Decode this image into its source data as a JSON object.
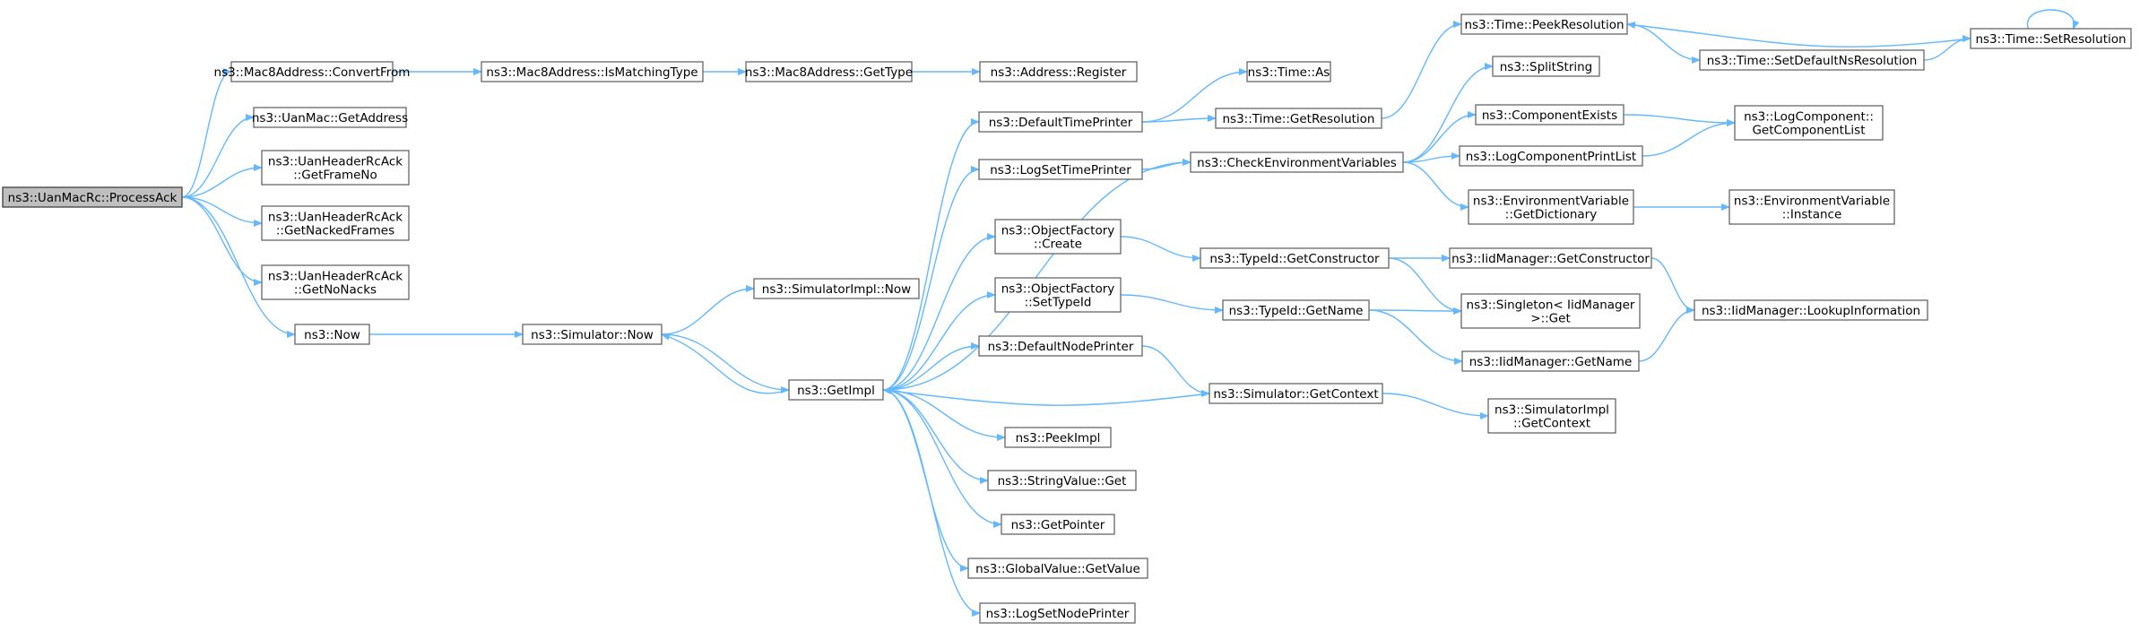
{
  "graph": {
    "type": "call-graph",
    "root": "ProcessAck",
    "colors": {
      "edge": "#63b8ff",
      "node_border": "#666666",
      "root_fill": "#bfbfbf",
      "node_fill": "#ffffff"
    },
    "nodes": [
      {
        "id": "ProcessAck",
        "lines": [
          "ns3::UanMacRc::ProcessAck"
        ],
        "root": true
      },
      {
        "id": "ConvertFrom",
        "lines": [
          "ns3::Mac8Address::ConvertFrom"
        ]
      },
      {
        "id": "IsMatchingType",
        "lines": [
          "ns3::Mac8Address::IsMatchingType"
        ]
      },
      {
        "id": "GetType",
        "lines": [
          "ns3::Mac8Address::GetType"
        ]
      },
      {
        "id": "Register",
        "lines": [
          "ns3::Address::Register"
        ]
      },
      {
        "id": "GetAddress",
        "lines": [
          "ns3::UanMac::GetAddress"
        ]
      },
      {
        "id": "GetFrameNo",
        "lines": [
          "ns3::UanHeaderRcAck",
          "::GetFrameNo"
        ]
      },
      {
        "id": "GetNackedFrames",
        "lines": [
          "ns3::UanHeaderRcAck",
          "::GetNackedFrames"
        ]
      },
      {
        "id": "GetNoNacks",
        "lines": [
          "ns3::UanHeaderRcAck",
          "::GetNoNacks"
        ]
      },
      {
        "id": "Now",
        "lines": [
          "ns3::Now"
        ]
      },
      {
        "id": "SimNow",
        "lines": [
          "ns3::Simulator::Now"
        ]
      },
      {
        "id": "SimImplNow",
        "lines": [
          "ns3::SimulatorImpl::Now"
        ]
      },
      {
        "id": "GetImpl",
        "lines": [
          "ns3::GetImpl"
        ]
      },
      {
        "id": "DefaultTimePrinter",
        "lines": [
          "ns3::DefaultTimePrinter"
        ]
      },
      {
        "id": "LogSetTimePrinter",
        "lines": [
          "ns3::LogSetTimePrinter"
        ]
      },
      {
        "id": "OFCreate",
        "lines": [
          "ns3::ObjectFactory",
          "::Create"
        ]
      },
      {
        "id": "OFSetTypeId",
        "lines": [
          "ns3::ObjectFactory",
          "::SetTypeId"
        ]
      },
      {
        "id": "DefaultNodePrinter",
        "lines": [
          "ns3::DefaultNodePrinter"
        ]
      },
      {
        "id": "PeekImpl",
        "lines": [
          "ns3::PeekImpl"
        ]
      },
      {
        "id": "StringValueGet",
        "lines": [
          "ns3::StringValue::Get"
        ]
      },
      {
        "id": "GetPointer",
        "lines": [
          "ns3::GetPointer"
        ]
      },
      {
        "id": "GVGetValue",
        "lines": [
          "ns3::GlobalValue::GetValue"
        ]
      },
      {
        "id": "LogSetNodePrinter",
        "lines": [
          "ns3::LogSetNodePrinter"
        ]
      },
      {
        "id": "TimeAs",
        "lines": [
          "ns3::Time::As"
        ]
      },
      {
        "id": "TimeGetResolution",
        "lines": [
          "ns3::Time::GetResolution"
        ]
      },
      {
        "id": "CheckEnv",
        "lines": [
          "ns3::CheckEnvironmentVariables"
        ]
      },
      {
        "id": "TypeIdGetConstructor",
        "lines": [
          "ns3::TypeId::GetConstructor"
        ]
      },
      {
        "id": "TypeIdGetName",
        "lines": [
          "ns3::TypeId::GetName"
        ]
      },
      {
        "id": "SimGetContext",
        "lines": [
          "ns3::Simulator::GetContext"
        ]
      },
      {
        "id": "PeekResolution",
        "lines": [
          "ns3::Time::PeekResolution"
        ]
      },
      {
        "id": "SetDefaultNsResolution",
        "lines": [
          "ns3::Time::SetDefaultNsResolution"
        ]
      },
      {
        "id": "SetResolution",
        "lines": [
          "ns3::Time::SetResolution"
        ]
      },
      {
        "id": "SplitString",
        "lines": [
          "ns3::SplitString"
        ]
      },
      {
        "id": "ComponentExists",
        "lines": [
          "ns3::ComponentExists"
        ]
      },
      {
        "id": "LogComponentPrintList",
        "lines": [
          "ns3::LogComponentPrintList"
        ]
      },
      {
        "id": "EnvGetDictionary",
        "lines": [
          "ns3::EnvironmentVariable",
          "::GetDictionary"
        ]
      },
      {
        "id": "IidGetConstructor",
        "lines": [
          "ns3::IidManager::GetConstructor"
        ]
      },
      {
        "id": "SingletonGet",
        "lines": [
          "ns3::Singleton< IidManager",
          " >::Get"
        ]
      },
      {
        "id": "IidGetName",
        "lines": [
          "ns3::IidManager::GetName"
        ]
      },
      {
        "id": "SimImplGetContext",
        "lines": [
          "ns3::SimulatorImpl",
          "::GetContext"
        ]
      },
      {
        "id": "GetComponentList",
        "lines": [
          "ns3::LogComponent::",
          "GetComponentList"
        ]
      },
      {
        "id": "EnvInstance",
        "lines": [
          "ns3::EnvironmentVariable",
          "::Instance"
        ]
      },
      {
        "id": "LookupInformation",
        "lines": [
          "ns3::IidManager::LookupInformation"
        ]
      }
    ],
    "edges": [
      [
        "ProcessAck",
        "ConvertFrom"
      ],
      [
        "ProcessAck",
        "GetAddress"
      ],
      [
        "ProcessAck",
        "GetFrameNo"
      ],
      [
        "ProcessAck",
        "GetNackedFrames"
      ],
      [
        "ProcessAck",
        "GetNoNacks"
      ],
      [
        "ProcessAck",
        "Now"
      ],
      [
        "ConvertFrom",
        "IsMatchingType"
      ],
      [
        "IsMatchingType",
        "GetType"
      ],
      [
        "GetType",
        "Register"
      ],
      [
        "Now",
        "SimNow"
      ],
      [
        "SimNow",
        "SimImplNow"
      ],
      [
        "SimNow",
        "GetImpl"
      ],
      [
        "GetImpl",
        "SimNow"
      ],
      [
        "GetImpl",
        "DefaultTimePrinter"
      ],
      [
        "GetImpl",
        "LogSetTimePrinter"
      ],
      [
        "GetImpl",
        "OFCreate"
      ],
      [
        "GetImpl",
        "OFSetTypeId"
      ],
      [
        "GetImpl",
        "DefaultNodePrinter"
      ],
      [
        "GetImpl",
        "PeekImpl"
      ],
      [
        "GetImpl",
        "StringValueGet"
      ],
      [
        "GetImpl",
        "GetPointer"
      ],
      [
        "GetImpl",
        "GVGetValue"
      ],
      [
        "GetImpl",
        "LogSetNodePrinter"
      ],
      [
        "GetImpl",
        "CheckEnv"
      ],
      [
        "DefaultTimePrinter",
        "TimeAs"
      ],
      [
        "DefaultTimePrinter",
        "TimeGetResolution"
      ],
      [
        "TimeGetResolution",
        "PeekResolution"
      ],
      [
        "LogSetTimePrinter",
        "CheckEnv"
      ],
      [
        "OFCreate",
        "TypeIdGetConstructor"
      ],
      [
        "OFSetTypeId",
        "TypeIdGetName"
      ],
      [
        "DefaultNodePrinter",
        "SimGetContext"
      ],
      [
        "SimGetContext",
        "GetImpl"
      ],
      [
        "SimGetContext",
        "SimImplGetContext"
      ],
      [
        "PeekResolution",
        "SetDefaultNsResolution"
      ],
      [
        "SetDefaultNsResolution",
        "SetResolution"
      ],
      [
        "SetResolution",
        "PeekResolution"
      ],
      [
        "SetResolution",
        "SetResolution"
      ],
      [
        "CheckEnv",
        "SplitString"
      ],
      [
        "CheckEnv",
        "ComponentExists"
      ],
      [
        "CheckEnv",
        "LogComponentPrintList"
      ],
      [
        "CheckEnv",
        "EnvGetDictionary"
      ],
      [
        "ComponentExists",
        "GetComponentList"
      ],
      [
        "LogComponentPrintList",
        "GetComponentList"
      ],
      [
        "EnvGetDictionary",
        "EnvInstance"
      ],
      [
        "TypeIdGetConstructor",
        "IidGetConstructor"
      ],
      [
        "TypeIdGetConstructor",
        "SingletonGet"
      ],
      [
        "TypeIdGetName",
        "SingletonGet"
      ],
      [
        "TypeIdGetName",
        "IidGetName"
      ],
      [
        "IidGetConstructor",
        "LookupInformation"
      ],
      [
        "IidGetName",
        "LookupInformation"
      ]
    ]
  }
}
